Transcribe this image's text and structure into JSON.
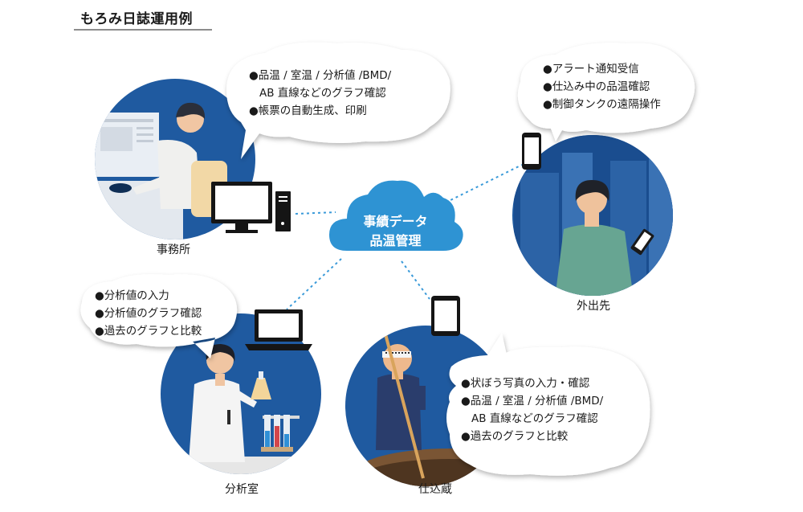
{
  "title": "もろみ日誌運用例",
  "center": {
    "line1": "事績データ",
    "line2": "品温管理"
  },
  "places": {
    "office": "事務所",
    "lab": "分析室",
    "brewery": "仕込蔵",
    "outside": "外出先"
  },
  "bubbles": {
    "office": [
      "●品温 / 室温 / 分析値 /BMD/",
      "AB 直線などのグラフ確認",
      "●帳票の自動生成、印刷"
    ],
    "outside": [
      "●アラート通知受信",
      "●仕込み中の品温確認",
      "●制御タンクの遠隔操作"
    ],
    "lab": [
      "●分析値の入力",
      "●分析値のグラフ確認",
      "●過去のグラフと比較"
    ],
    "brewery": [
      "●状ぼう写真の入力・確認",
      "●品温 / 室温 / 分析値 /BMD/",
      "AB 直線などのグラフ確認",
      "●過去のグラフと比較"
    ]
  },
  "colors": {
    "circle": "#1f5aa0",
    "circle_dark": "#123f7a",
    "cloud": "#2e93d3",
    "connector": "#3a9ad9"
  }
}
